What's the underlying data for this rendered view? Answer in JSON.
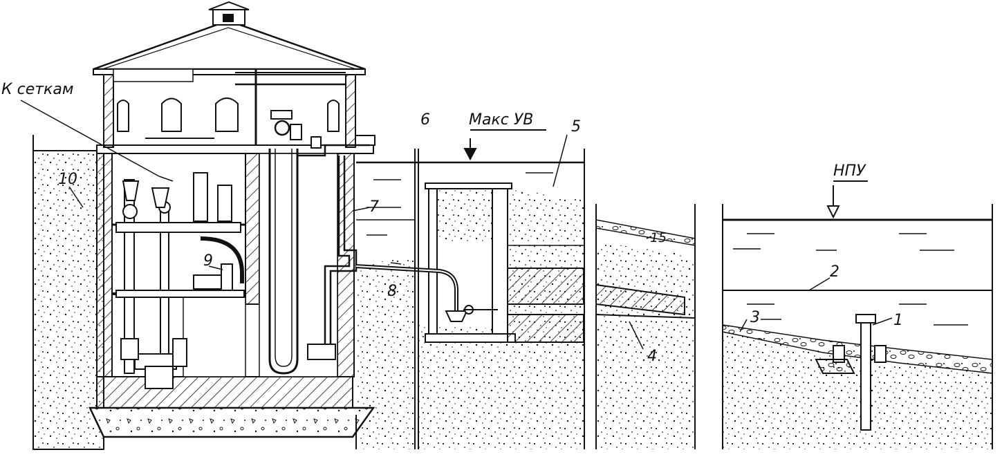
{
  "labels": {
    "to_screens": "К сеткам",
    "max_water_level": "Макс УВ",
    "normal_level": "НПУ",
    "n1": "1",
    "n2": "2",
    "n3": "3",
    "n4": "4",
    "n5": "5",
    "n6": "6",
    "n7": "7",
    "n8": "8",
    "n9": "9",
    "n10": "10",
    "n15": "15"
  },
  "colors": {
    "ink": "#111111",
    "paper": "#ffffff"
  }
}
